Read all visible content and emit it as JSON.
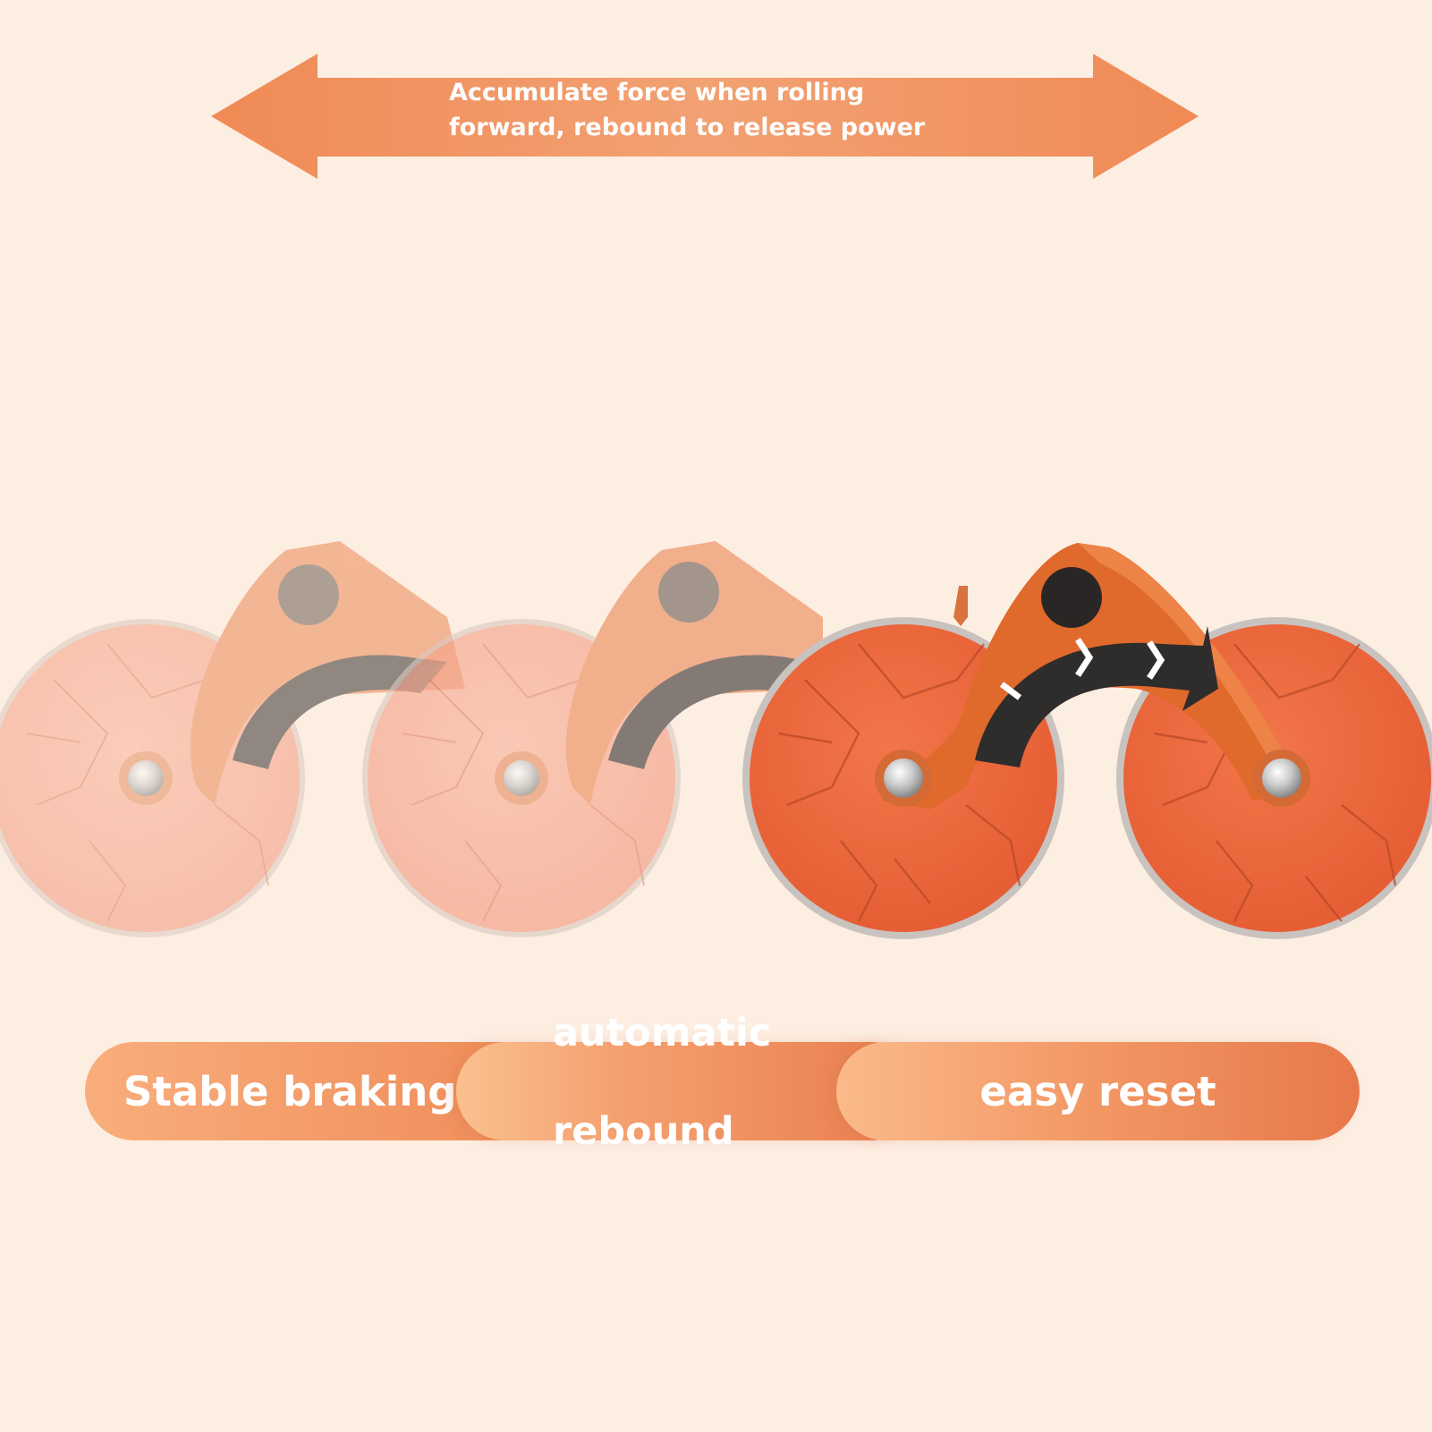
{
  "top_arrow": {
    "line1": "Accumulate force when rolling",
    "line2": "forward, rebound to release power"
  },
  "features": [
    {
      "label": "Stable braking"
    },
    {
      "line1": "automatic",
      "line2": "rebound"
    },
    {
      "label": "easy reset"
    }
  ],
  "colors": {
    "background": "#fdeee2",
    "arrow": "#f0945f",
    "wheel_solid": "#ec6a3f",
    "wheel_faded": "#f4a084",
    "bracket": "#e0692c",
    "curve_arrow": "#2f2c2c"
  }
}
